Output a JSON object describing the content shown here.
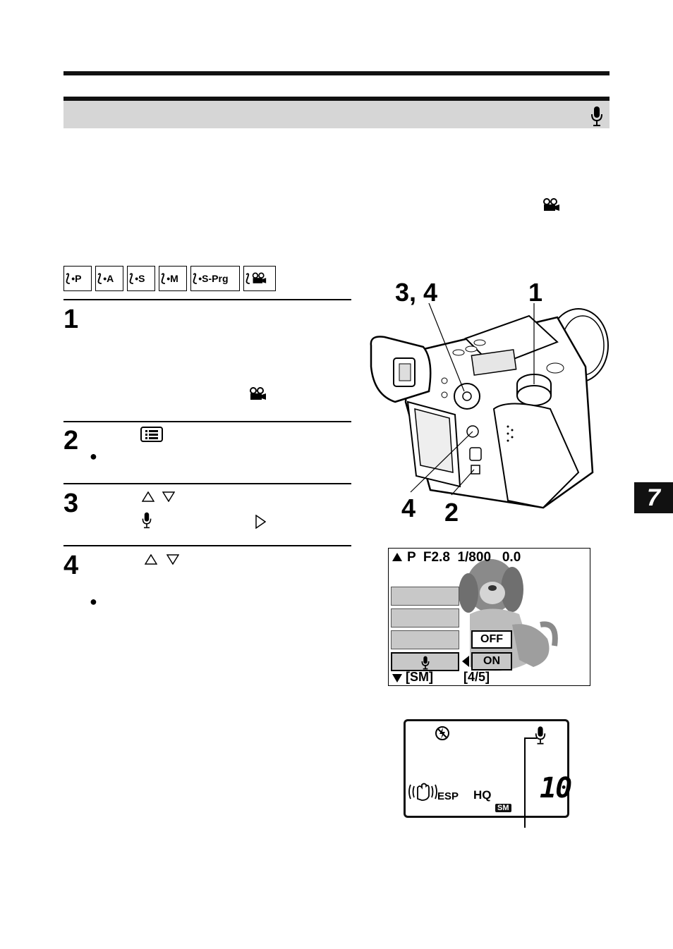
{
  "chapter": {
    "number": "7"
  },
  "header": {
    "icon": "microphone-icon"
  },
  "mode_selector": {
    "modes": [
      "•P",
      "•A",
      "•S",
      "•M",
      "•S-Prg",
      "movie-icon"
    ]
  },
  "steps": [
    {
      "number": "1"
    },
    {
      "number": "2"
    },
    {
      "number": "3"
    },
    {
      "number": "4"
    }
  ],
  "camera_callouts": {
    "label_3_4": "3, 4",
    "label_1": "1",
    "label_4": "4",
    "label_2": "2"
  },
  "lcd_screen": {
    "top_line": "P  F2.8  1/800   0.0",
    "option_off": "OFF",
    "option_on": "ON",
    "bottom_left": "[SM]",
    "bottom_right": "[4/5]"
  },
  "control_panel": {
    "metering": "ESP",
    "quality": "HQ",
    "size": "SM",
    "frames": "10"
  },
  "colors": {
    "header_bg": "#d6d6d6",
    "menu_item_bg": "#c8c8c8",
    "ink": "#111111"
  }
}
